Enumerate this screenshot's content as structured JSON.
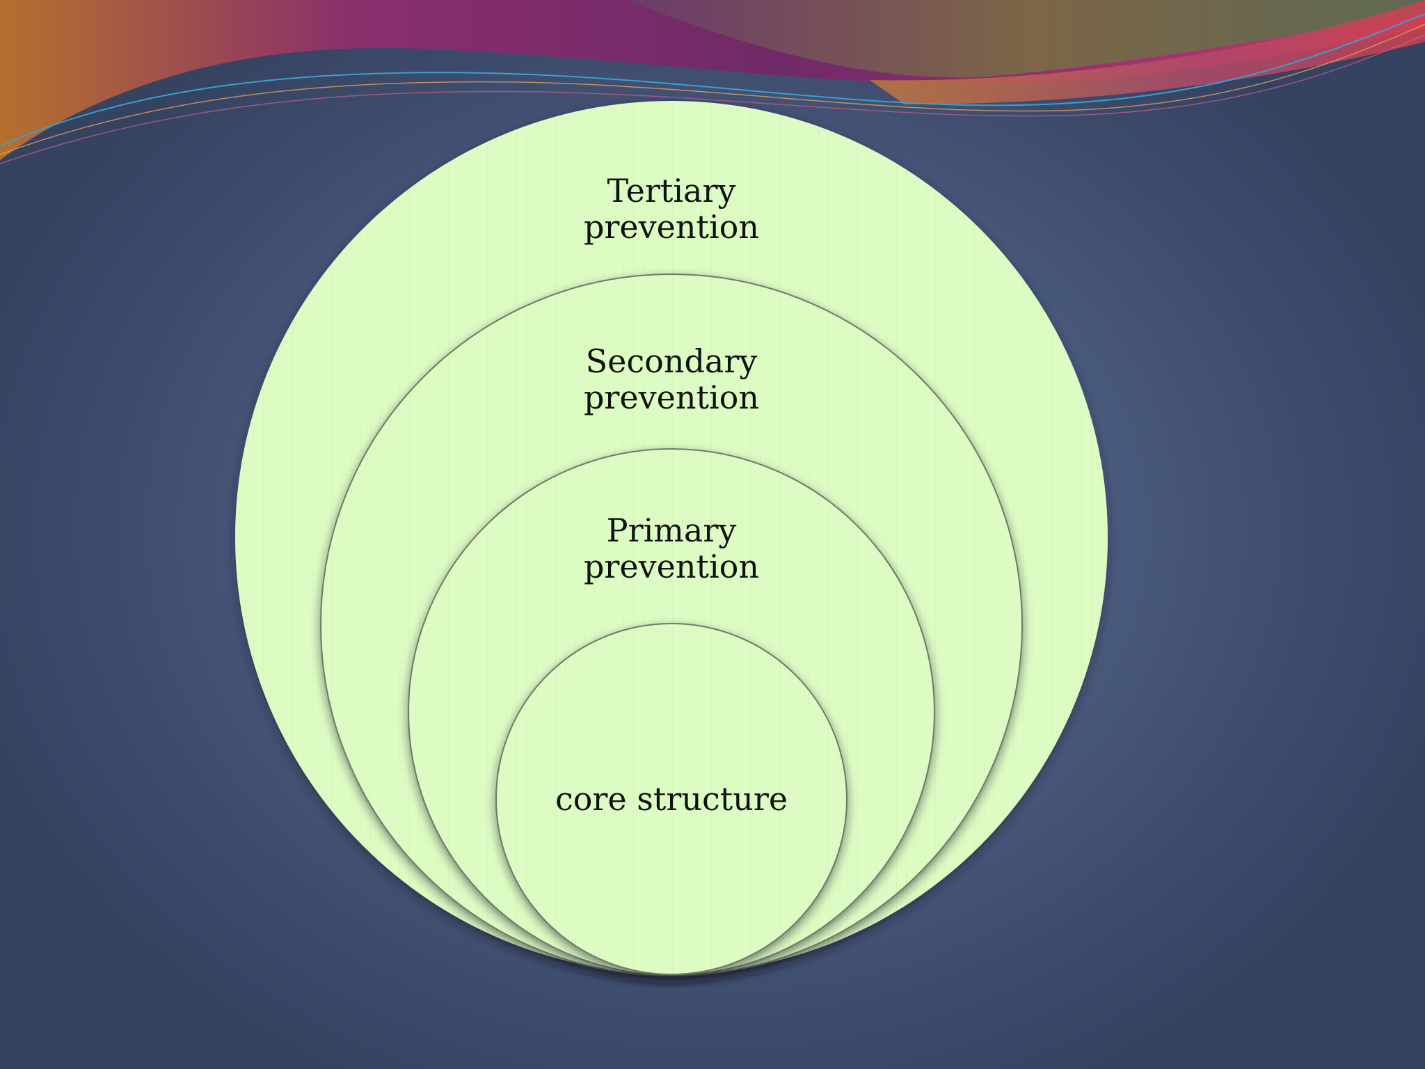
{
  "diagram": {
    "type": "nested-circles",
    "fill_color": "#ddfcc3",
    "stroke_color": "#6e7a66",
    "background_color": "#4d5e82",
    "layers": [
      {
        "id": "tertiary",
        "line1": "Tertiary",
        "line2": "prevention"
      },
      {
        "id": "secondary",
        "line1": "Secondary",
        "line2": "prevention"
      },
      {
        "id": "primary",
        "line1": "Primary",
        "line2": "prevention"
      },
      {
        "id": "core",
        "line1": "core structure",
        "line2": ""
      }
    ]
  },
  "decoration": {
    "wave_colors": [
      "#7a2a6a",
      "#b0306a",
      "#c8703a",
      "#6b5f4a",
      "#3aa0d0"
    ]
  }
}
